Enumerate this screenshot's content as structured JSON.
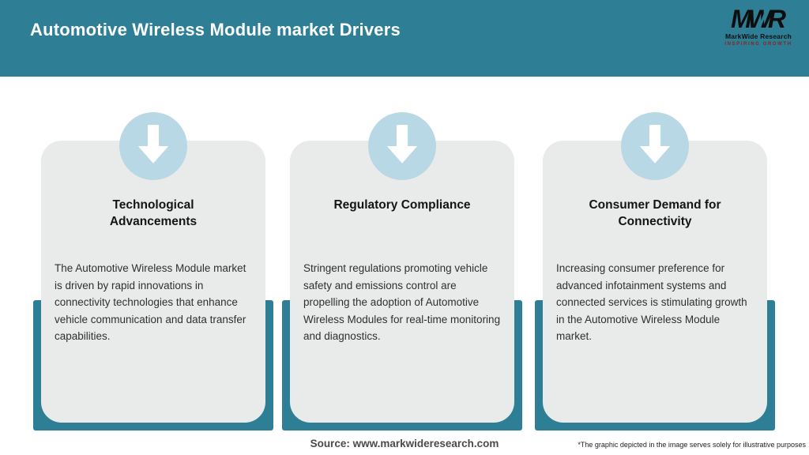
{
  "header": {
    "title": "Automotive Wireless Module market Drivers",
    "background_color": "#2e7f96"
  },
  "logo": {
    "monogram": "MWR",
    "name": "MarkWide Research",
    "tagline": "INSPIRING GROWTH"
  },
  "cards": [
    {
      "icon": "arrow-down-icon",
      "title": "Technological Advancements",
      "description": "The Automotive Wireless Module market is driven by rapid innovations in connectivity technologies that enhance vehicle communication and data transfer capabilities."
    },
    {
      "icon": "arrow-down-icon",
      "title": "Regulatory Compliance",
      "description": "Stringent regulations promoting vehicle safety and emissions control are propelling the adoption of Automotive Wireless Modules for real-time monitoring and diagnostics."
    },
    {
      "icon": "arrow-down-icon",
      "title": "Consumer Demand for Connectivity",
      "description": "Increasing consumer preference for advanced infotainment systems and connected services is stimulating growth in the Automotive Wireless Module market."
    }
  ],
  "footer": {
    "source": "Source: www.markwideresearch.com",
    "disclaimer": "*The graphic depicted in the image serves solely for illustrative purposes"
  },
  "colors": {
    "teal": "#2e7f96",
    "icon_circle_blue": "#b9d8e5",
    "card_gray": "#e9ebeb",
    "tagline_red": "#8a2320"
  }
}
